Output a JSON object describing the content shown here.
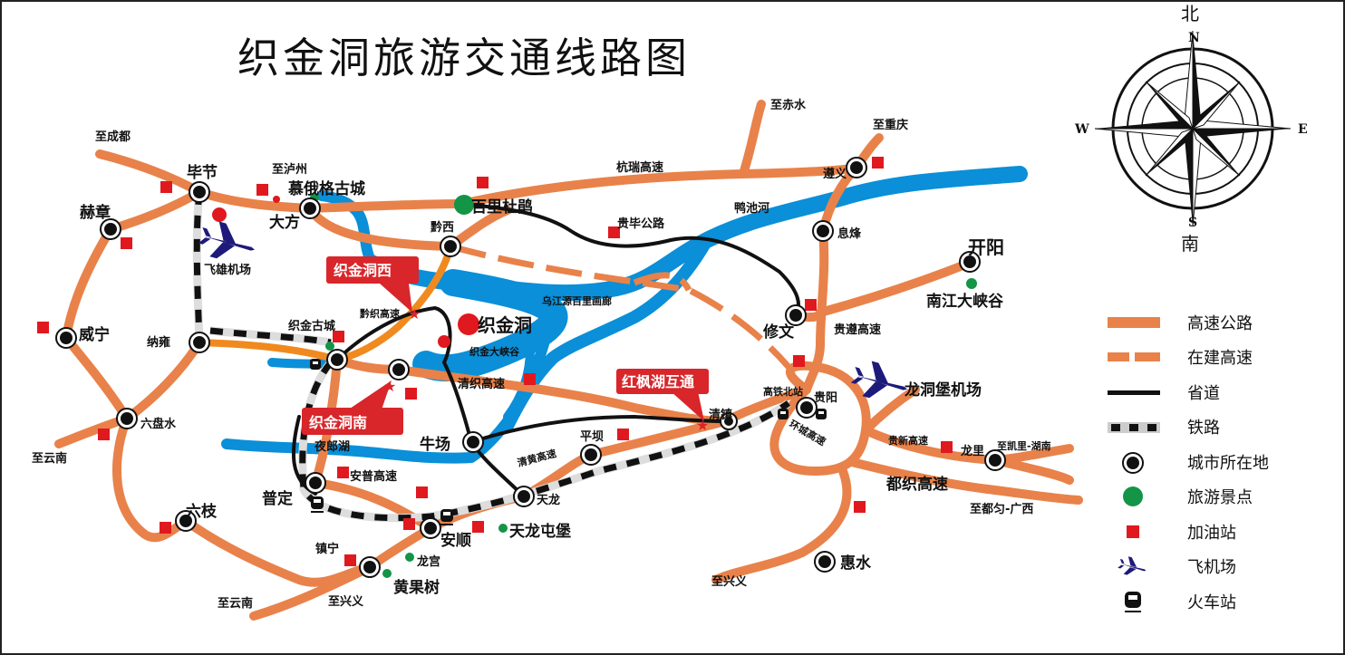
{
  "title": "织金洞旅游交通线路图",
  "compass": {
    "north_cn": "北",
    "south_cn": "南",
    "N": "N",
    "S": "S",
    "E": "E",
    "W": "W"
  },
  "legend": [
    {
      "label": "高速公路",
      "symbol": "highway"
    },
    {
      "label": "在建高速",
      "symbol": "highway-construction"
    },
    {
      "label": "省道",
      "symbol": "provincial-road"
    },
    {
      "label": "铁路",
      "symbol": "railway"
    },
    {
      "label": "城市所在地",
      "symbol": "city"
    },
    {
      "label": "旅游景点",
      "symbol": "scenic-spot"
    },
    {
      "label": "加油站",
      "symbol": "gas-station"
    },
    {
      "label": "飞机场",
      "symbol": "airport-icon"
    },
    {
      "label": "火车站",
      "symbol": "train-station-icon"
    }
  ],
  "cities": {
    "bijie": "毕节",
    "hezhang": "赫章",
    "dafang": "大方",
    "weining": "威宁",
    "nayong": "纳雍",
    "liupanshui": "六盘水",
    "liuzhi": "六枝",
    "zhijin": "织金洞",
    "qianxi": "黔西",
    "zunyi": "遵义",
    "xifeng": "息烽",
    "kaiyang": "开阳",
    "xiuwen": "修文",
    "guiyang": "贵阳",
    "longli": "龙里",
    "huishui": "惠水",
    "anshun": "安顺",
    "puding": "普定",
    "zhenning": "镇宁",
    "tianlong": "天龙",
    "niuchang": "牛场",
    "pingba": "平坝",
    "qingzhen": "清镇"
  },
  "scenic": {
    "baili_dujuan": "百里杜鹃",
    "muege": "慕俄格古城",
    "nanjiang": "南江大峡谷",
    "tianlong_tunbao": "天龙屯堡",
    "longgong": "龙宫",
    "huangguoshu": "黄果树",
    "zhijin_gucheng": "织金古城",
    "zhijin_daxiagu": "织金大峡谷",
    "wujiang": "乌江源百里画廊",
    "yelanghu": "夜郎湖"
  },
  "airports": {
    "feixiong": "飞雄机场",
    "longdongbao": "龙洞堡机场"
  },
  "callouts": {
    "west": "织金洞西",
    "south": "织金洞南",
    "hongfeng": "红枫湖互通"
  },
  "directions": {
    "chengdu": "至成都",
    "luzhou": "至泸州",
    "chishui": "至赤水",
    "chongqing": "至重庆",
    "yunnan1": "至云南",
    "yunnan2": "至云南",
    "xingyi1": "至兴义",
    "xingyi2": "至兴义",
    "duyun": "至都匀-广西",
    "kaili": "至凯里-湖南"
  },
  "roads": {
    "hangrui": "杭瑞高速",
    "guibi": "贵毕公路",
    "yachi": "鸭池河",
    "guizun": "贵遵高速",
    "qianzhi": "黔织高速",
    "qingzhi": "清织高速",
    "qinghuang": "清黄高速",
    "anpu": "安普高速",
    "huancheng": "环城高速",
    "guixin": "贵新高速",
    "duzhi": "都织高速",
    "gaotie": "高铁北站"
  },
  "colors": {
    "highway": "#e8824a",
    "river": "#0a8fd8",
    "road": "#111111",
    "callout": "#d8262b",
    "gas": "#e0191f",
    "scenic": "#139447",
    "airport": "#1d1a7a"
  }
}
